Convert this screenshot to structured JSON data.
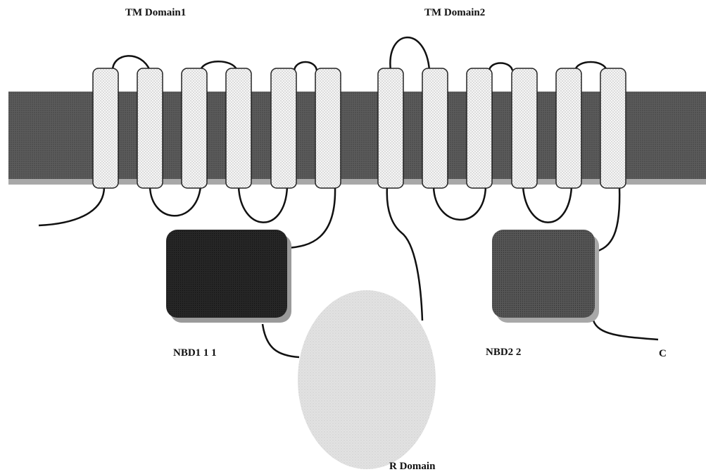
{
  "labels": {
    "tm1": "TM Domain1",
    "tm2": "TM Domain2",
    "nbd1": "NBD1 1 1",
    "nbd2": "NBD2 2",
    "c_term": "C",
    "r_domain": "R Domain"
  },
  "colors": {
    "membrane": "#5a5a5a",
    "membrane_shadow": "#9a9a9a",
    "helix_fill": "#f3f3f3",
    "helix_stroke": "#222222",
    "nbd1_fill": "#1c1c1c",
    "nbd2_fill": "#4a4a4a",
    "r_domain_fill": "#dadada",
    "loop_stroke": "#111111"
  }
}
